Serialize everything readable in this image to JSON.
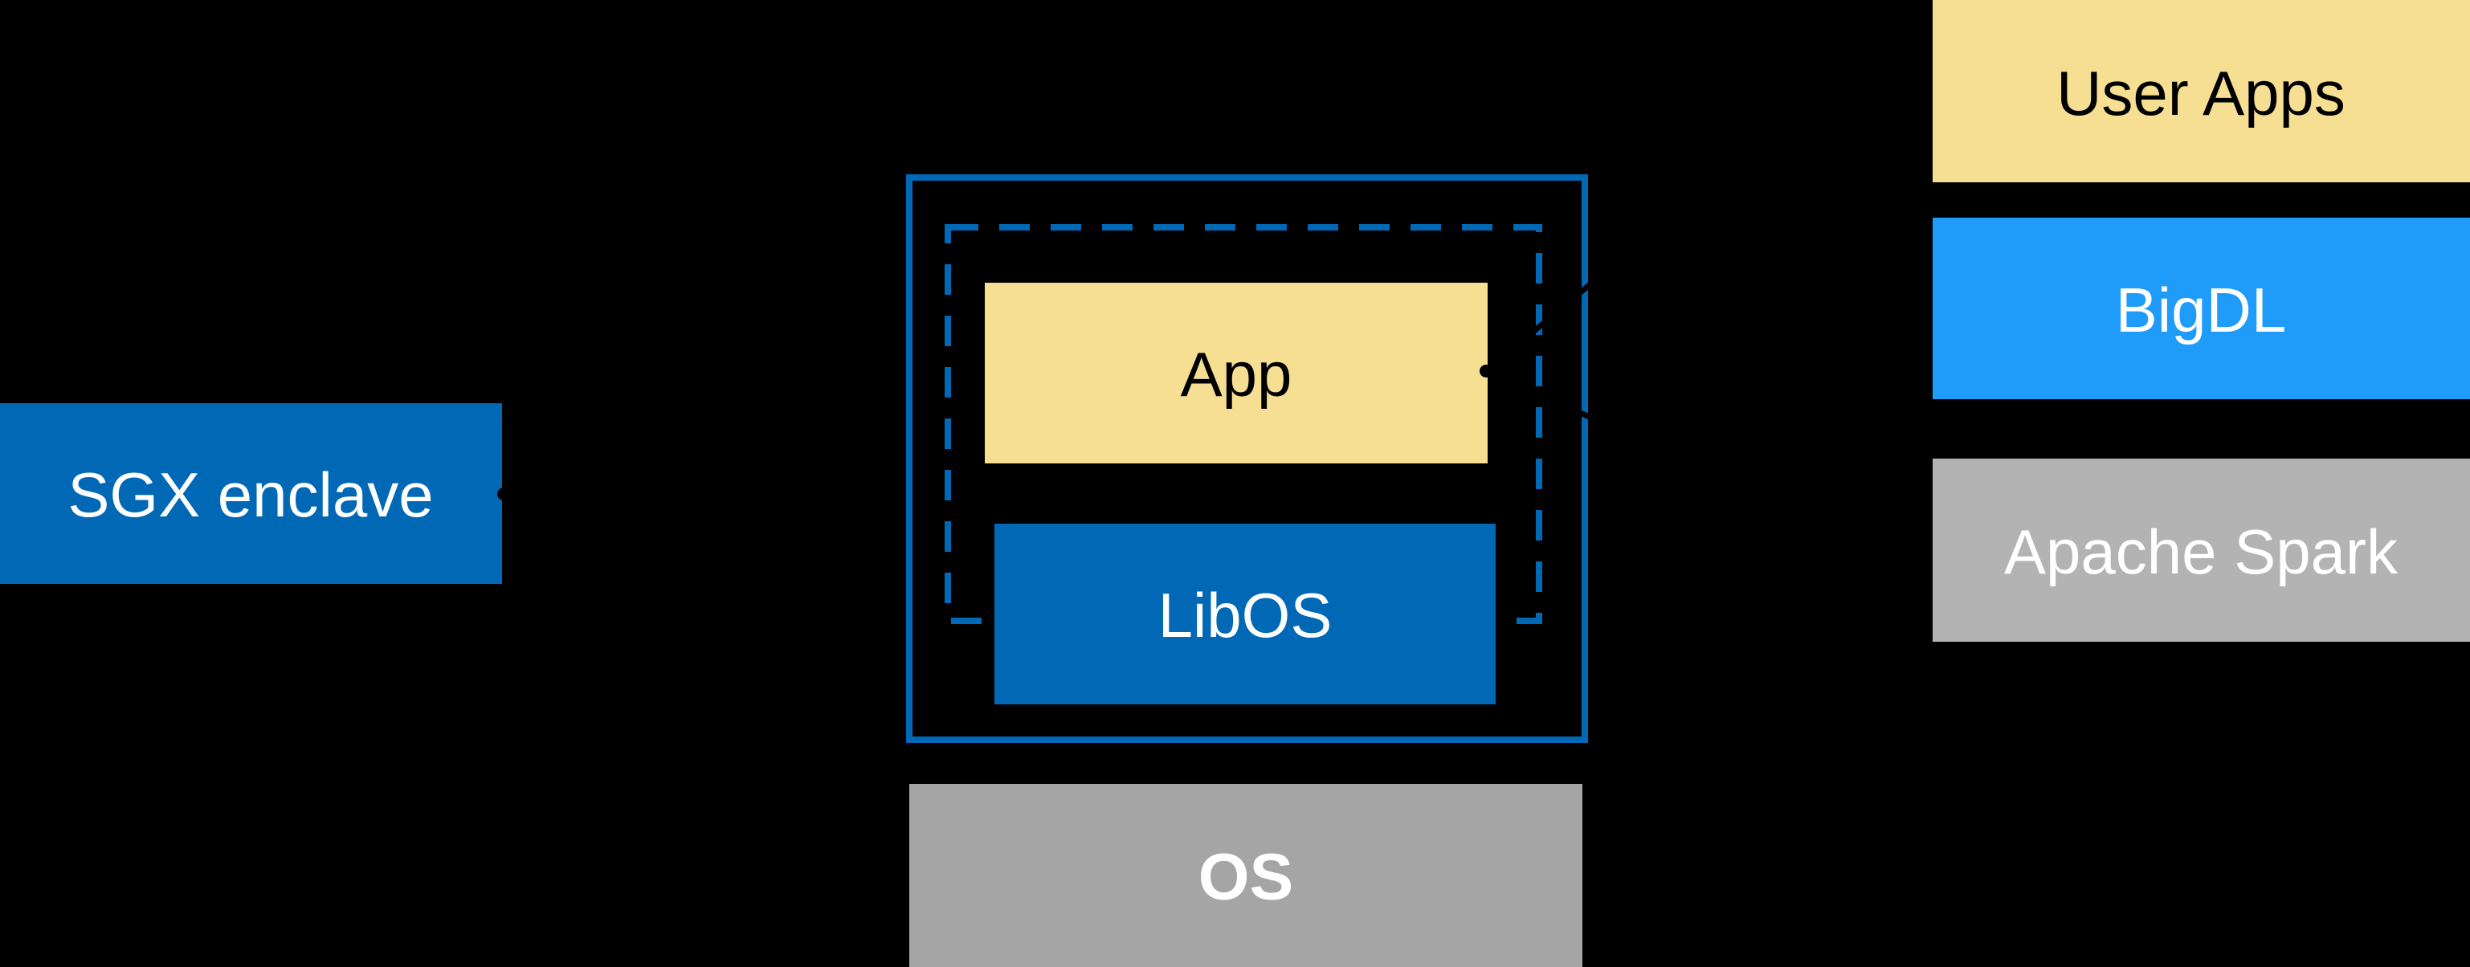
{
  "colors": {
    "background": "#000000",
    "intel_blue": "#0068B5",
    "azure_blue": "#1F9BFA",
    "pale_yellow": "#F6DE92",
    "gray_spark": "#B3B3B3",
    "gray_os": "#A5A5A5",
    "white": "#FFFFFF",
    "black": "#000000"
  },
  "labels": {
    "sgx_enclave": "SGX enclave",
    "app": "App",
    "libos": "LibOS",
    "os": "OS",
    "user_apps": "User Apps",
    "bigdl": "BigDL",
    "apache_spark": "Apache Spark"
  }
}
